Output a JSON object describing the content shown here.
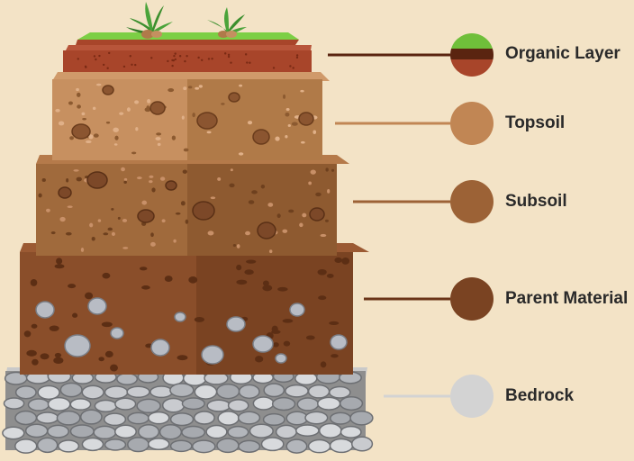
{
  "layers": [
    {
      "label": "Organic Layer",
      "color": "#8a3a1e",
      "top_color": "#6fbf3a"
    },
    {
      "label": "Topsoil",
      "color": "#c18654"
    },
    {
      "label": "Subsoil",
      "color": "#9c6236"
    },
    {
      "label": "Parent Material",
      "color": "#7a4322"
    },
    {
      "label": "Bedrock",
      "color": "#d3d3d3"
    }
  ],
  "colors": {
    "background": "#f3e3c6",
    "grass": "#6fbf3a",
    "plant": "#3c8f2e",
    "organic": "#a8452a",
    "topsoil": "#c18654",
    "subsoil": "#a06a3c",
    "parent": "#8a4e2a",
    "bedrock": "#9a9a9a",
    "pebble": "#b8bcc4",
    "text": "#2a2a2a"
  },
  "icons": [
    "plant-icon",
    "pebble-icon",
    "stone-icon"
  ]
}
